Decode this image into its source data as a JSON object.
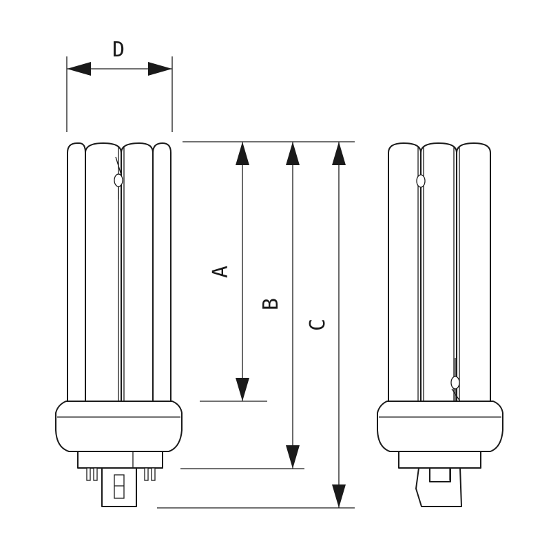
{
  "diagram": {
    "labels": {
      "D": "D",
      "A": "A",
      "B": "B",
      "C": "C"
    },
    "colors": {
      "line": "#1a1a1a",
      "background": "#ffffff"
    }
  }
}
